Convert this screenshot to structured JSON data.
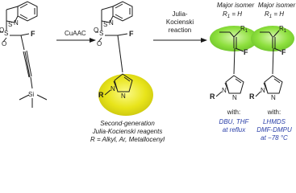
{
  "reaction": {
    "step1_label": "CuAAC",
    "step2_label_line1": "Julia-",
    "step2_label_line2": "Kocienski",
    "step2_label_line3": "reaction"
  },
  "atoms": {
    "S": "S",
    "N": "N",
    "O": "O",
    "F": "F",
    "Si": "Si",
    "R": "R",
    "R1": "R",
    "R1_sub": "1"
  },
  "reagents": {
    "line1": "Second-generation",
    "line2": "Julia-Kocienski reagents",
    "line3": "R = Alkyl, Ar, Metallocenyl"
  },
  "products": {
    "left": {
      "header": "Major isomer",
      "cond_label": "R",
      "cond_sub": "1",
      "cond_value": " = H",
      "with": "with:",
      "conditions_line1": "DBU, THF",
      "conditions_line2": "at reflux"
    },
    "right": {
      "header": "Major isomer",
      "cond_label": "R",
      "cond_sub": "1",
      "cond_value": " = H",
      "with": "with:",
      "conditions_line1": "LHMDS",
      "conditions_line2": "DMF-DMPU",
      "conditions_line3": "at −78 °C"
    }
  },
  "colors": {
    "highlight": "#e8e41a",
    "conditions_text": "#2a3fa8",
    "bond": "#1a1a1a"
  }
}
